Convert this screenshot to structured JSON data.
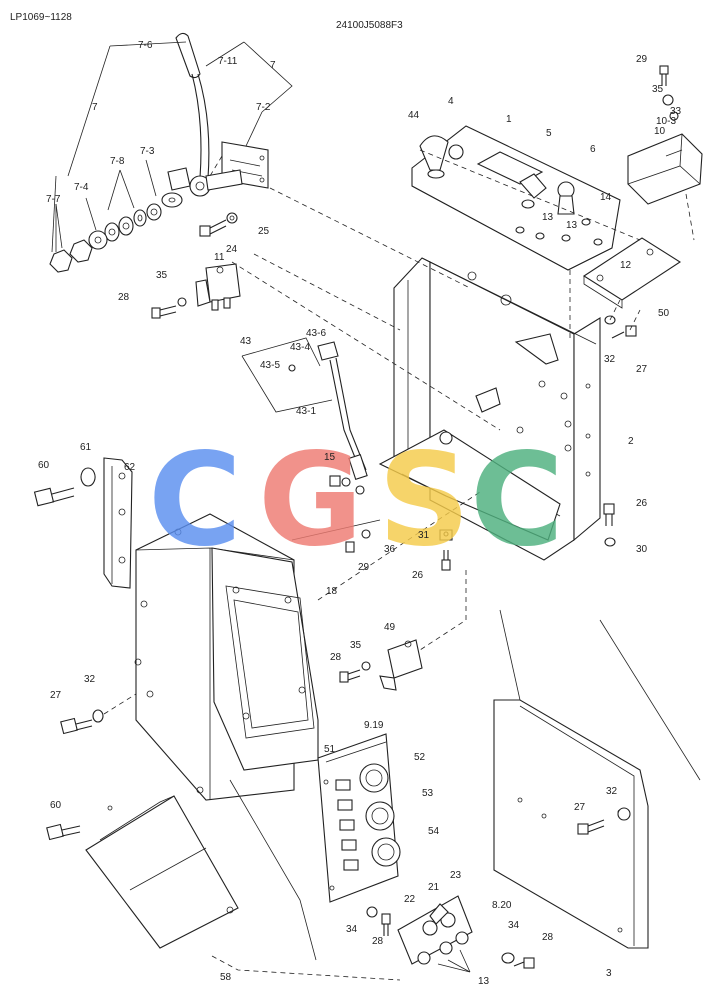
{
  "header": {
    "left_code": "LP1069~1128",
    "center_code": "24100J5088F3"
  },
  "watermark": {
    "letters": [
      {
        "char": "C",
        "color": "#5b8ff0"
      },
      {
        "char": "G",
        "color": "#ee7b72"
      },
      {
        "char": "S",
        "color": "#f5cb4a"
      },
      {
        "char": "C",
        "color": "#4eb07e"
      }
    ]
  },
  "labels": {
    "l_7_6": "7-6",
    "l_7_11": "7-11",
    "l_7": "7",
    "l_7b": "7",
    "l_7_2": "7-2",
    "l_7_3": "7-3",
    "l_7_8": "7-8",
    "l_7_4": "7-4",
    "l_7_7": "7-7",
    "l_29a": "29",
    "l_35a": "35",
    "l_33": "33",
    "l_10_3": "10-3",
    "l_10": "10",
    "l_44": "44",
    "l_4": "4",
    "l_1": "1",
    "l_5": "5",
    "l_6": "6",
    "l_14": "14",
    "l_13a": "13",
    "l_13b": "13",
    "l_12": "12",
    "l_50": "50",
    "l_32a": "32",
    "l_27a": "27",
    "l_24": "24",
    "l_25": "25",
    "l_11": "11",
    "l_35b": "35",
    "l_28a": "28",
    "l_43": "43",
    "l_43_6": "43-6",
    "l_43_4": "43-4",
    "l_43_5": "43-5",
    "l_43_1": "43-1",
    "l_2": "2",
    "l_61": "61",
    "l_60a": "60",
    "l_62": "62",
    "l_15": "15",
    "l_26a": "26",
    "l_31": "31",
    "l_36": "36",
    "l_29b": "29",
    "l_30": "30",
    "l_26b": "26",
    "l_18": "18",
    "l_35c": "35",
    "l_49": "49",
    "l_28b": "28",
    "l_32b": "32",
    "l_27b": "27",
    "l_9_19": "9.19",
    "l_51": "51",
    "l_52": "52",
    "l_53": "53",
    "l_54": "54",
    "l_32c": "32",
    "l_27c": "27",
    "l_60b": "60",
    "l_23": "23",
    "l_8_20": "8.20",
    "l_21": "21",
    "l_22": "22",
    "l_34a": "34",
    "l_28c": "28",
    "l_34b": "34",
    "l_28d": "28",
    "l_13c": "13",
    "l_58": "58",
    "l_3": "3"
  }
}
